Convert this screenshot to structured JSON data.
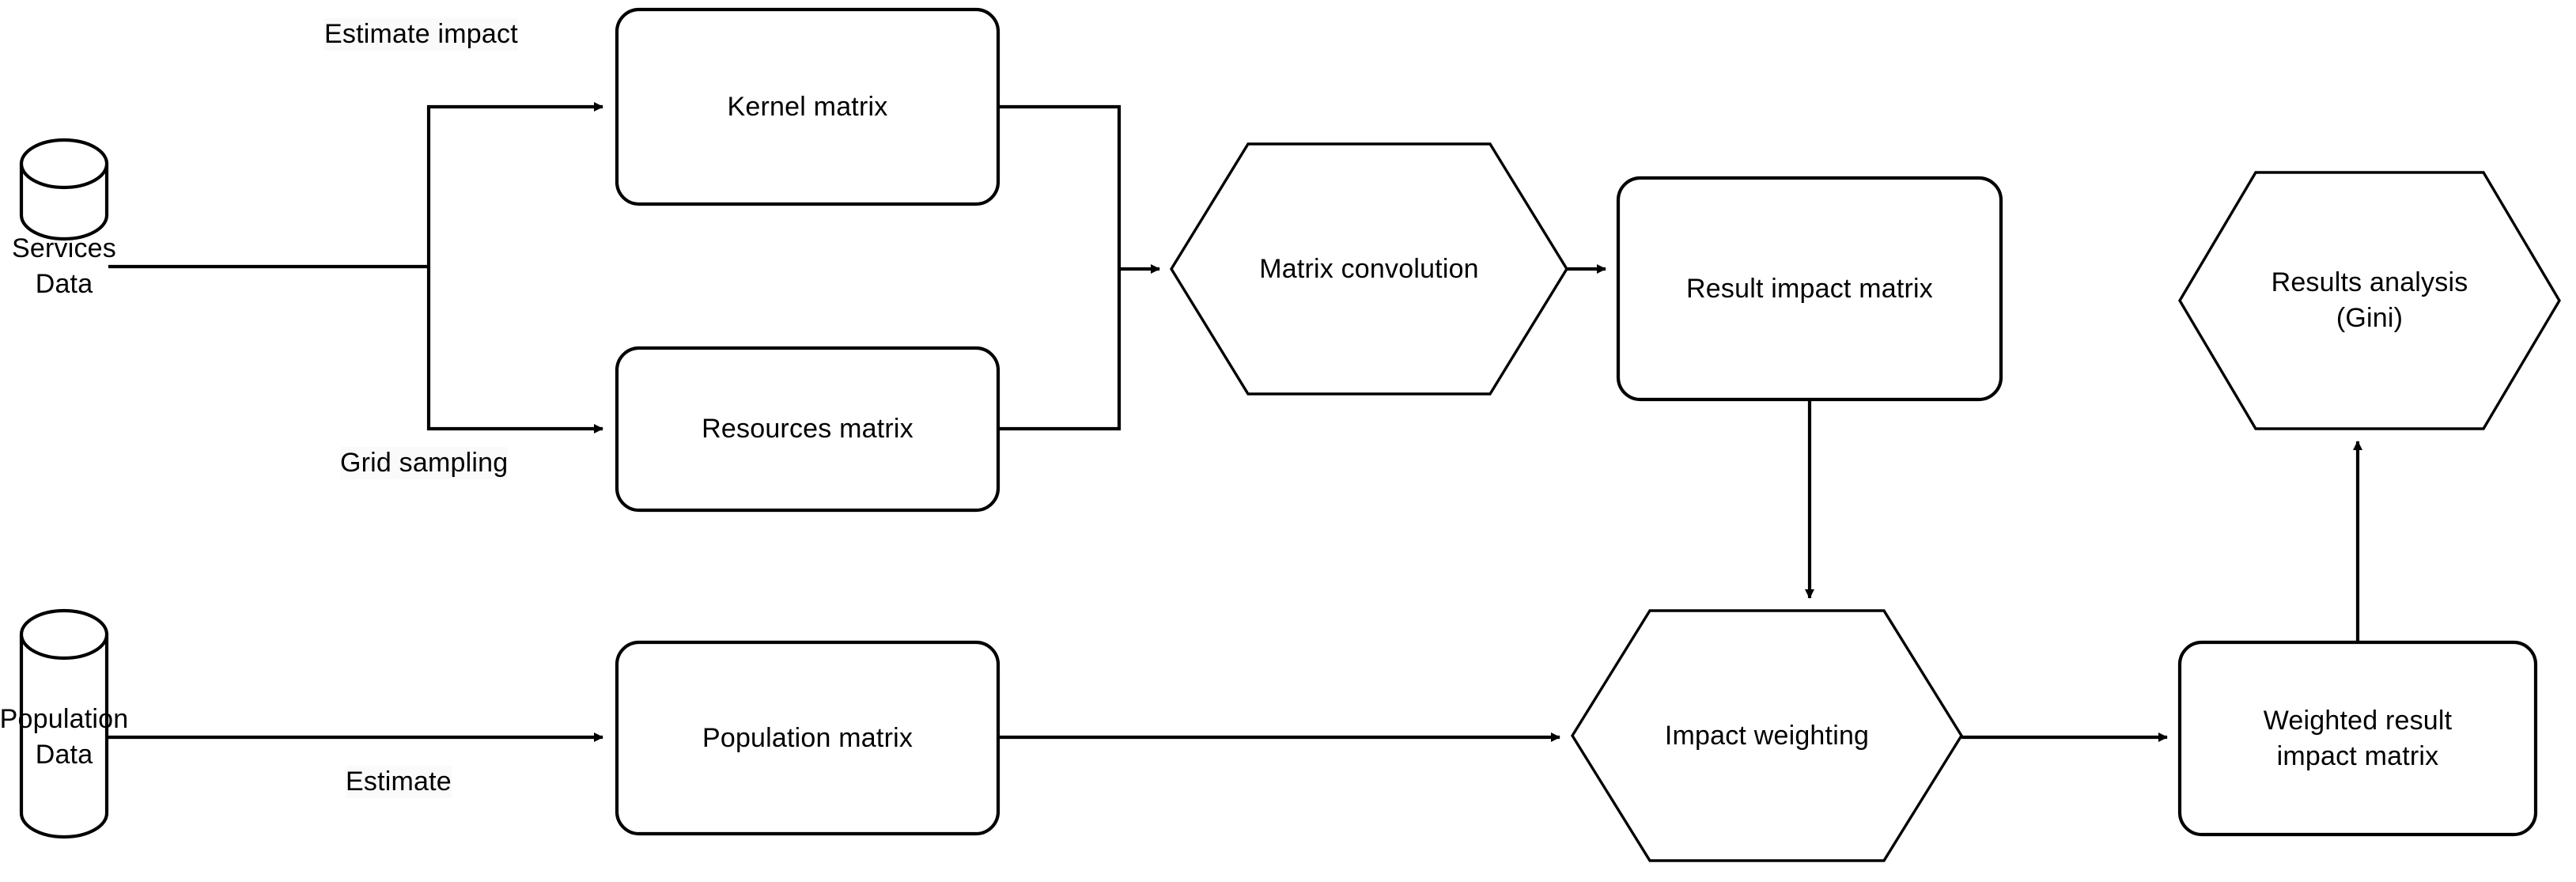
{
  "diagram": {
    "title": "Service impact estimation flowchart",
    "background_color": "#ffffff",
    "stroke_color": "#000000",
    "text_color": "#000000",
    "label_background_color": "#fafafa",
    "nodes": [
      {
        "id": "services-data",
        "shape": "cylinder",
        "label": "Services\nData"
      },
      {
        "id": "kernel-matrix",
        "shape": "rounded-rect",
        "label": "Kernel matrix"
      },
      {
        "id": "resources-matrix",
        "shape": "rounded-rect",
        "label": "Resources matrix"
      },
      {
        "id": "matrix-convolution",
        "shape": "hexagon",
        "label": "Matrix convolution"
      },
      {
        "id": "result-impact-matrix",
        "shape": "rounded-rect",
        "label": "Result impact matrix"
      },
      {
        "id": "results-analysis-gini",
        "shape": "hexagon",
        "label": "Results analysis\n(Gini)"
      },
      {
        "id": "population-data",
        "shape": "cylinder",
        "label": "Population\nData"
      },
      {
        "id": "population-matrix",
        "shape": "rounded-rect",
        "label": "Population matrix"
      },
      {
        "id": "impact-weighting",
        "shape": "hexagon",
        "label": "Impact weighting"
      },
      {
        "id": "weighted-result-matrix",
        "shape": "rounded-rect",
        "label": "Weighted result\nimpact matrix"
      }
    ],
    "edges": [
      {
        "id": "services-to-kernel",
        "from": "services-data",
        "to": "kernel-matrix",
        "label": "Estimate impact"
      },
      {
        "id": "services-to-resources",
        "from": "services-data",
        "to": "resources-matrix",
        "label": "Grid sampling"
      },
      {
        "id": "kernel-to-convolution",
        "from": "kernel-matrix",
        "to": "matrix-convolution",
        "label": ""
      },
      {
        "id": "resources-to-convolution",
        "from": "resources-matrix",
        "to": "matrix-convolution",
        "label": ""
      },
      {
        "id": "convolution-to-result",
        "from": "matrix-convolution",
        "to": "result-impact-matrix",
        "label": ""
      },
      {
        "id": "result-to-impact-weighting",
        "from": "result-impact-matrix",
        "to": "impact-weighting",
        "label": ""
      },
      {
        "id": "population-to-population-matrix",
        "from": "population-data",
        "to": "population-matrix",
        "label": "Estimate"
      },
      {
        "id": "population-matrix-to-weighting",
        "from": "population-matrix",
        "to": "impact-weighting",
        "label": ""
      },
      {
        "id": "weighting-to-weighted-matrix",
        "from": "impact-weighting",
        "to": "weighted-result-matrix",
        "label": ""
      },
      {
        "id": "weighted-matrix-to-analysis",
        "from": "weighted-result-matrix",
        "to": "results-analysis-gini",
        "label": ""
      }
    ]
  }
}
